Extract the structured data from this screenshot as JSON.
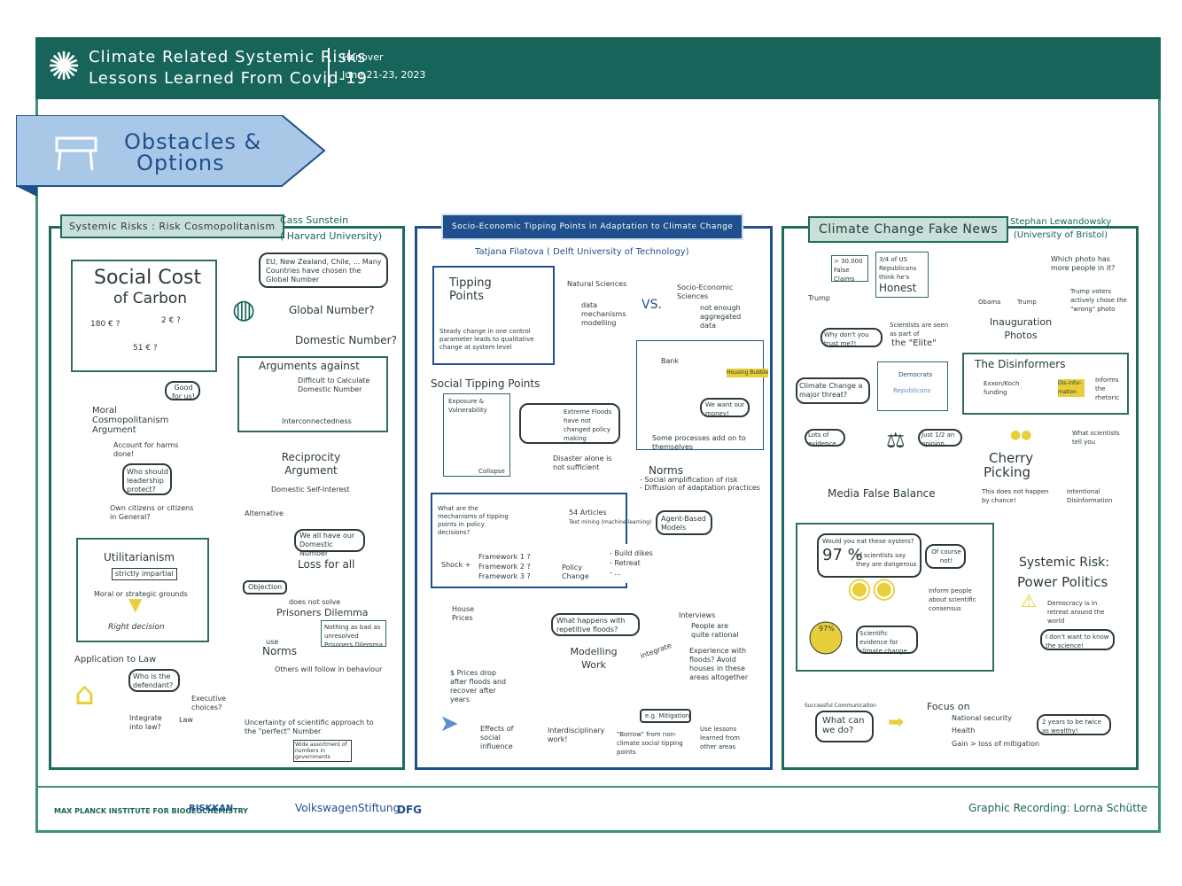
{
  "header": {
    "title_line1": "Climate Related Systemic Risks",
    "title_line2": "Lessons Learned From Covid-19",
    "location": "Hanover",
    "date": "June 21-23, 2023"
  },
  "banner": {
    "line1": "Obstacles &",
    "line2": "Options"
  },
  "panel1": {
    "tag": "Systemic Risks : Risk Cosmopolitanism",
    "speaker": "Cass Sunstein",
    "affiliation": "( Harvard University)",
    "scc_title1": "Social Cost",
    "scc_title2": "of Carbon",
    "scc_values": [
      "180 € ?",
      "2 € ?",
      "51 € ?"
    ],
    "eu_text": "EU, New Zealand, Chile, ... Many Countries have chosen the Global Number",
    "global_number": "Global Number?",
    "domestic_number": "Domestic Number?",
    "args_title": "Arguments against",
    "arg1": "Difficult to Calculate Domestic Number",
    "arg2": "Interconnectedness",
    "good_for_us": "Good for us!",
    "moral_title": "Moral Cosmopolitanism Argument",
    "moral_point1": "Account for harms done!",
    "moral_question": "Who should leadership protect?",
    "moral_point2": "Own citizens or citizens in General?",
    "reciprocity": "Reciprocity Argument",
    "domestic_self": "Domestic Self-Interest",
    "alternative": "Alternative",
    "all_domestic": "We all have our Domestic Number",
    "loss_for_all": "Loss for all",
    "objection": "Objection",
    "prisoners1": "does not solve",
    "prisoners2": "Prisoners Dilemma",
    "nothing_bad": "Nothing as bad as unresolved Prisoners Dilemma",
    "use_norms_label": "use",
    "use_norms": "Norms",
    "others_follow": "Others will follow in behaviour",
    "util_title": "Utilitarianism",
    "strictly": "strictly impartial",
    "moral_strategic": "Moral or strategic grounds",
    "right_decision": "Right decision",
    "law_title": "Application to Law",
    "who_defendant": "Who is the defendant?",
    "executive": "Executive choices?",
    "integrate_law": "Integrate into law?",
    "law_label": "Law",
    "uncertainty": "Uncertainty of scientific approach to the \"perfect\" Number",
    "wide_assortment": "Wide assortment of numbers in governments"
  },
  "panel2": {
    "tag": "Socio-Economic Tipping Points in Adaptation to Climate Change",
    "speaker": "Tatjana Filatova ( Delft University of Technology)",
    "tipping_title": "Tipping Points",
    "tipping_desc": "Steady change in one control parameter leads to qualitative change at system level",
    "natural_sciences": "Natural Sciences",
    "data_mech": "data mechanisms modelling",
    "vs": "VS.",
    "socio_econ": "Socio-Economic Sciences",
    "not_enough": "not enough aggregated data",
    "social_tp": "Social Tipping Points",
    "exposure": "Exposure & Vulnerability",
    "collapse": "Collapse",
    "extreme": "Extreme Floods have not changed policy making",
    "disaster": "Disaster alone is not sufficient",
    "bank": "Bank",
    "housing": "Housing Bubble",
    "want_money": "We want our money!",
    "some_processes": "Some processes add on to themselves",
    "norms": "Norms",
    "norm1": "- Social amplification of risk",
    "norm2": "- Diffusion of adaptation practices",
    "mechanisms_q": "What are the mechanisms of tipping points in policy decisions?",
    "articles": "54 Articles",
    "text_mining": "Text mining (machine learning)",
    "agent_based": "Agent-Based Models",
    "shock": "Shock +",
    "frameworks": [
      "Framework 1 ?",
      "Framework 2 ?",
      "Framework 3 ?"
    ],
    "policy_change": "Policy Change",
    "policy_opts": [
      "- Build dikes",
      "- Retreat",
      "- ..."
    ],
    "house_prices": "House Prices",
    "prices_drop": "$ Prices drop after floods and recover after years",
    "what_happens": "What happens with repetitive floods?",
    "modelling_work": "Modelling Work",
    "integrate": "integrate",
    "interviews": "Interviews",
    "rational": "People are quite rational",
    "experience": "Experience with floods? Avoid houses in these areas altogether",
    "effects": "Effects of social influence",
    "interdisciplinary": "Interdisciplinary work!",
    "eg_mitigation": "e.g. Mitigation",
    "borrow": "\"Borrow\" from non-climate social tipping points",
    "use_lessons": "Use lessons learned from other areas"
  },
  "panel3": {
    "tag": "Climate Change Fake News",
    "speaker": "Stephan Lewandowsky",
    "affiliation": "(University of Bristol)",
    "false_claims": "> 30.000 False Claims",
    "trump": "Trump",
    "honest1": "3/4 of US Republicans think he's",
    "honest2": "Honest",
    "photo_q": "Which photo has more people in it?",
    "obama": "Obama",
    "trump2": "Trump",
    "trump_voters": "Trump voters actively chose the \"wrong\" photo",
    "inauguration": "Inauguration Photos",
    "why_trust": "Why don't you trust me?!",
    "elite1": "Scientists are seen as part of",
    "elite2": "the \"Elite\"",
    "major_threat": "Climate Change a major threat?",
    "democrats": "Democrats",
    "republicans": "Republicans",
    "disinformers": "The Disinformers",
    "exxon": "Exxon/Koch funding",
    "disinfo": "Dis-infor-mation",
    "informs": "Informs the rhetoric",
    "lots_evidence": "Lots of evidence",
    "opinion": "Just 1/2 an opinion",
    "media": "Media False Balance",
    "cherry1": "Cherry",
    "cherry2": "Picking",
    "what_scientists": "What scientists tell you",
    "not_chance": "This does not happen by chance!",
    "intentional": "Intentional Disinformation",
    "oysters": "Would you eat these oysters?",
    "pct97": "97 %",
    "of_scientists": "of scientists say they are dangerous",
    "of_course": "Of course not!",
    "inform_people": "Inform people about scientific consensus",
    "pie97": "97%",
    "scientific_evidence": "Scientific evidence for climate change",
    "systemic_title1": "Systemic Risk:",
    "systemic_title2": "Power Politics",
    "democracy": "Democracy is in retreat around the world",
    "dont_want": "I don't want to know the science!",
    "successful": "Successful Communication",
    "what_can": "What can we do?",
    "focus_on": "Focus on",
    "focus_items": [
      "National security",
      "Health",
      "Gain > loss of mitigation"
    ],
    "two_years": "2 years to be twice as wealthy!"
  },
  "footer": {
    "mpi": "MAX PLANCK INSTITUTE FOR BIOGEOCHEMISTRY",
    "riskkan": "RISKKAN",
    "vw": "VolkswagenStiftung",
    "dfg": "DFG",
    "credit": "Graphic Recording: Lorna Schütte"
  },
  "colors": {
    "green_dark": "#17655a",
    "green_light": "#c9dfd9",
    "blue": "#1f4f8c",
    "blue_light": "#cfe0f1",
    "yellow": "#e8cf3a"
  }
}
